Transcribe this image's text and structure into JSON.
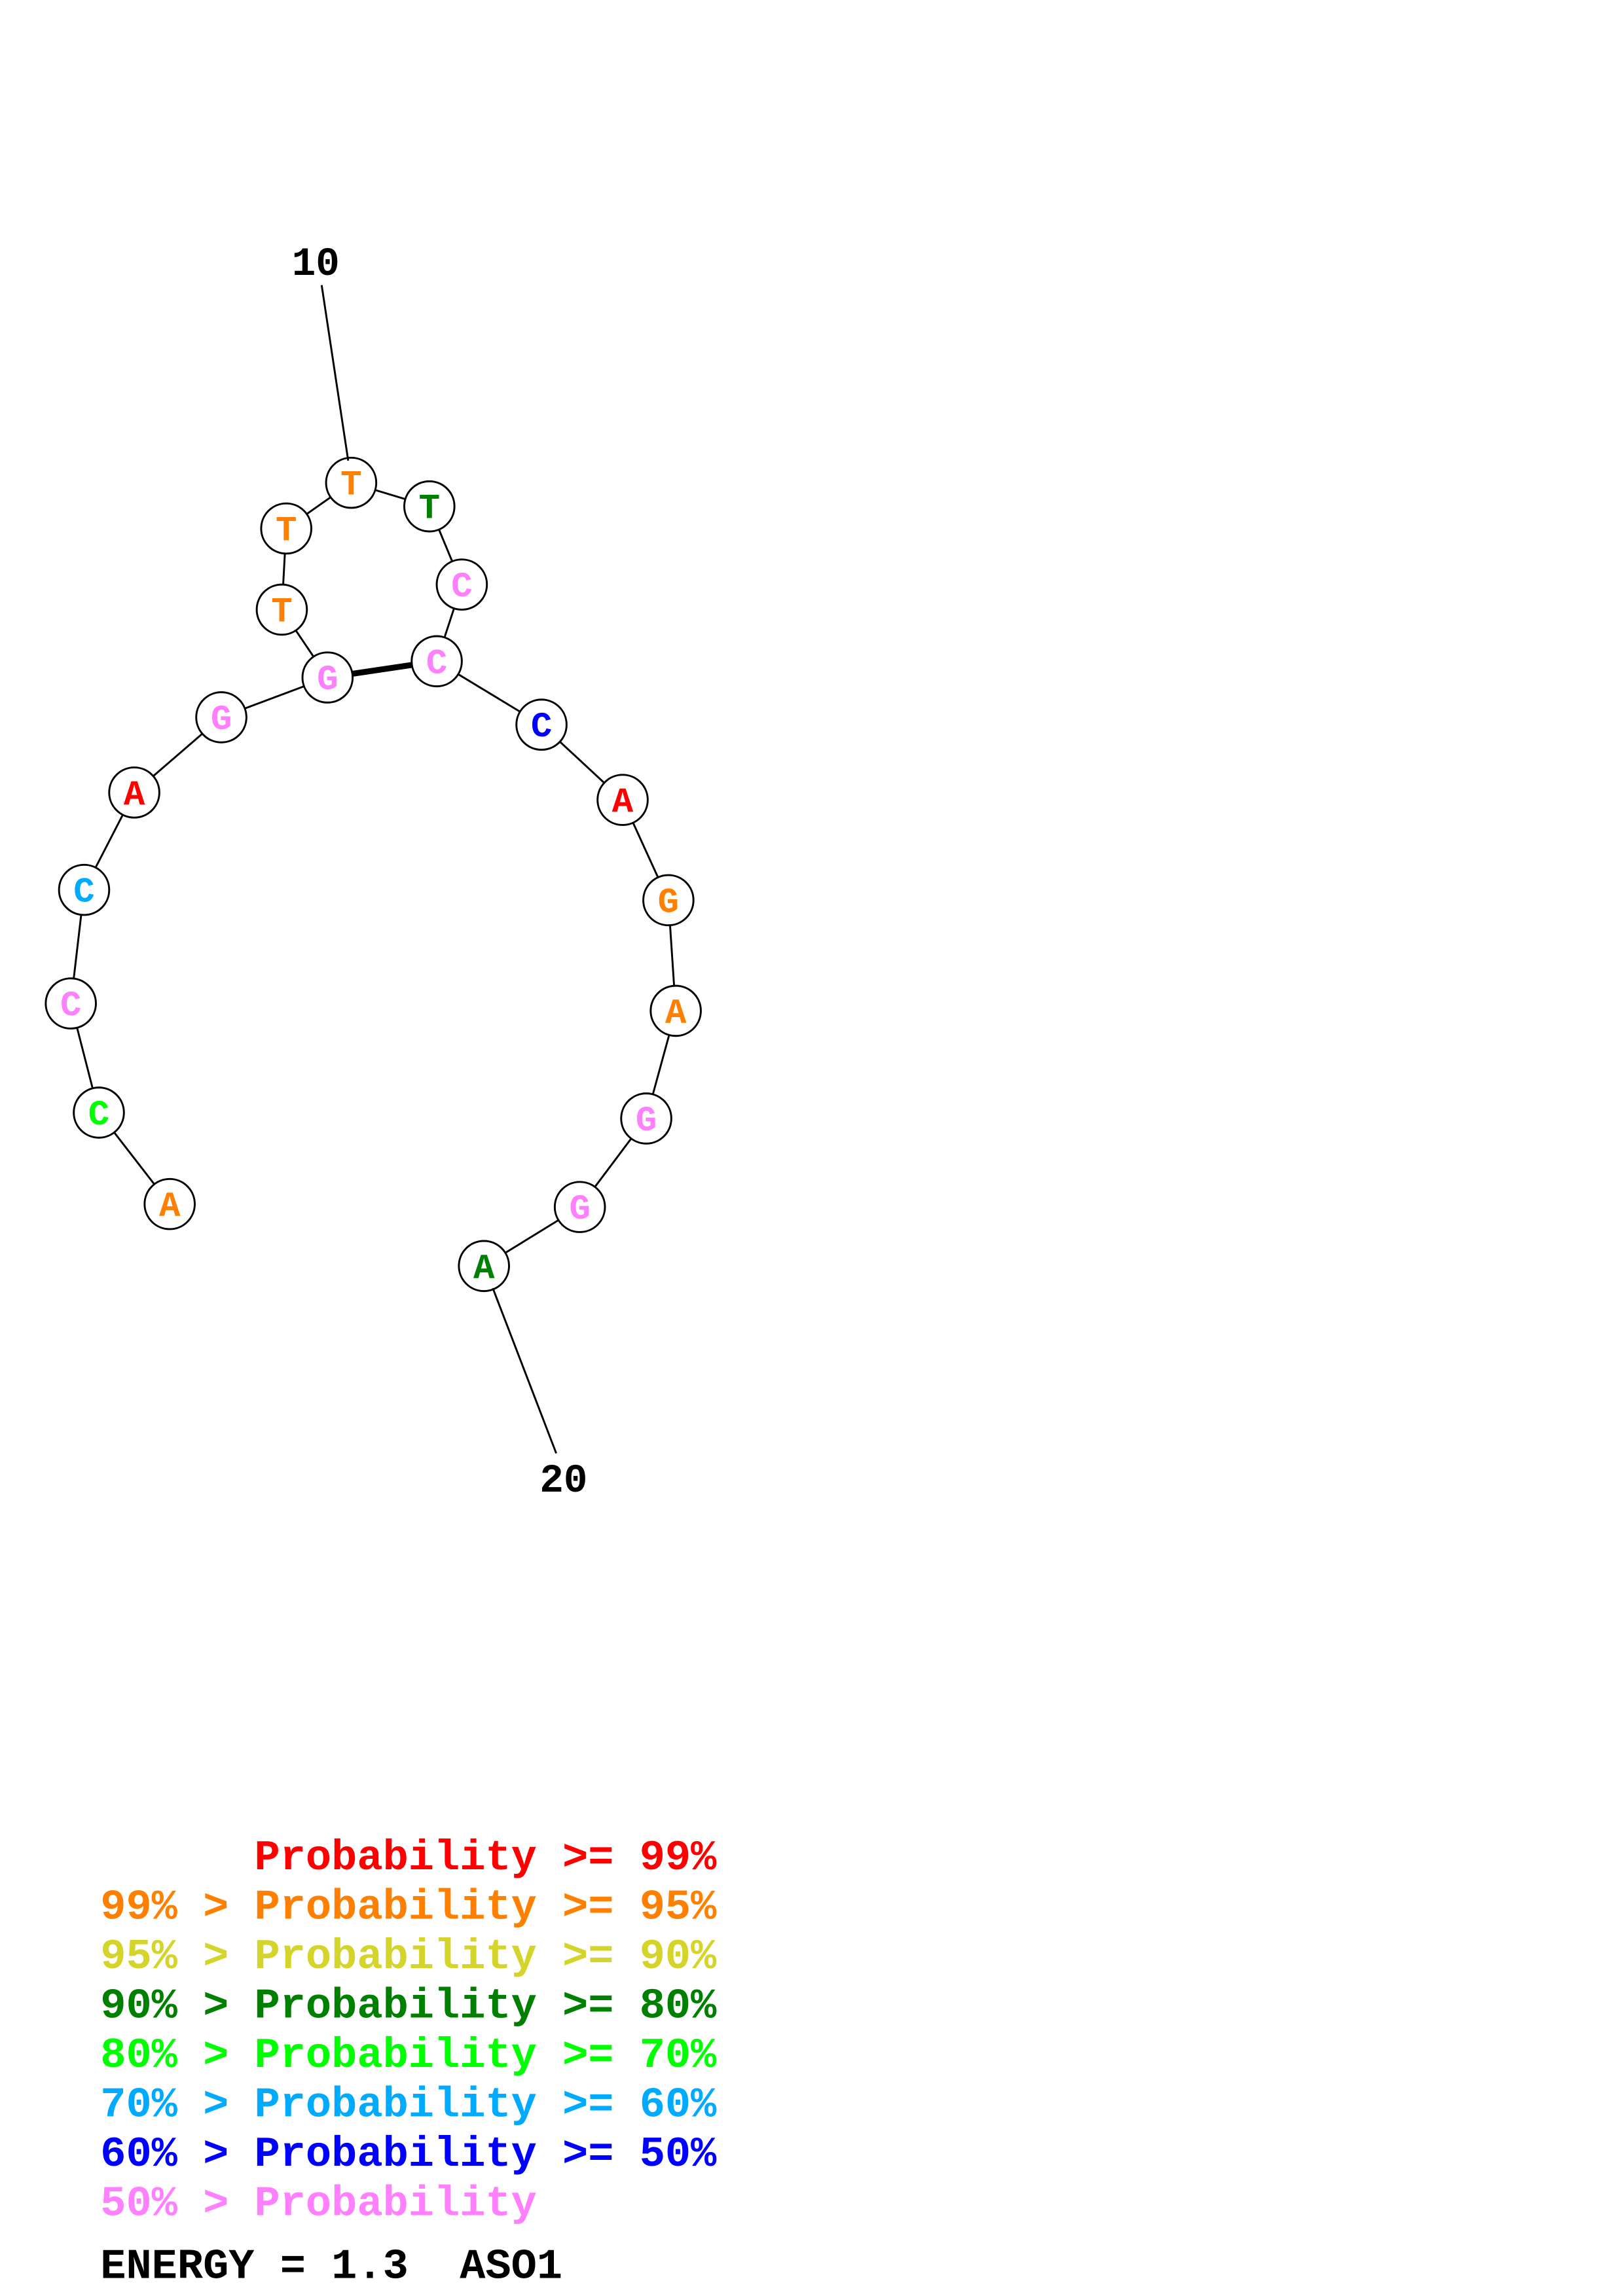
{
  "structure": {
    "sequence": [
      "A",
      "C",
      "C",
      "C",
      "A",
      "G",
      "G",
      "T",
      "T",
      "T",
      "T",
      "C",
      "C",
      "C",
      "A",
      "G",
      "A",
      "G",
      "G",
      "A"
    ],
    "prob_class": [
      "p95",
      "p80",
      "p50",
      "p70",
      "p99",
      "p50",
      "p50",
      "p95",
      "p95",
      "p95",
      "p90",
      "p50",
      "p50",
      "p60",
      "p99",
      "p95",
      "p95",
      "p50",
      "p50",
      "p90"
    ],
    "pairs": [
      [
        7,
        13
      ]
    ],
    "position_labels": [
      {
        "index": 10,
        "text": "10"
      },
      {
        "index": 20,
        "text": "20"
      }
    ]
  },
  "colors": {
    "p99": "#ff0000",
    "p95": "#ff8000",
    "p90": "#d4d42a",
    "p80": "#008000",
    "p70": "#00ff00",
    "p60": "#00aaff",
    "p50": "#0000ff",
    "plow": "#ff80ff"
  },
  "legend": [
    {
      "text": "      Probability >= 99%",
      "color": "#ff0000"
    },
    {
      "text": "99% > Probability >= 95%",
      "color": "#ff8000"
    },
    {
      "text": "95% > Probability >= 90%",
      "color": "#d4d42a"
    },
    {
      "text": "90% > Probability >= 80%",
      "color": "#008000"
    },
    {
      "text": "80% > Probability >= 70%",
      "color": "#00ff00"
    },
    {
      "text": "70% > Probability >= 60%",
      "color": "#00aaff"
    },
    {
      "text": "60% > Probability >= 50%",
      "color": "#0000ff"
    },
    {
      "text": "50% > Probability",
      "color": "#ff80ff"
    }
  ],
  "footer": {
    "text": "ENERGY = 1.3  ASO1"
  }
}
